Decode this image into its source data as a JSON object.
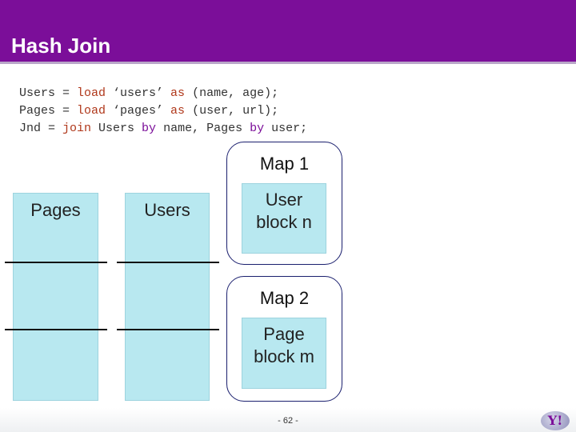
{
  "slide": {
    "title": "Hash Join",
    "page_number": "- 62 -",
    "logo_text": "Y!"
  },
  "code": {
    "line1": {
      "var": "Users = ",
      "kw": "load",
      "rest1": " ‘users’ ",
      "kw2": "as",
      "rest2": " (name, age);"
    },
    "line2": {
      "var": "Pages = ",
      "kw": "load",
      "rest1": " ‘pages’ ",
      "kw2": "as",
      "rest2": " (user, url);"
    },
    "line3": {
      "var": "Jnd = ",
      "kw": "join",
      "rest1": " Users ",
      "kw2": "by",
      "rest2": " name, Pages ",
      "kw3": "by",
      "rest3": " user;"
    }
  },
  "columns": {
    "pages": "Pages",
    "users": "Users"
  },
  "maps": [
    {
      "title": "Map 1",
      "block_line1": "User",
      "block_line2": "block n"
    },
    {
      "title": "Map 2",
      "block_line1": "Page",
      "block_line2": "block m"
    }
  ]
}
